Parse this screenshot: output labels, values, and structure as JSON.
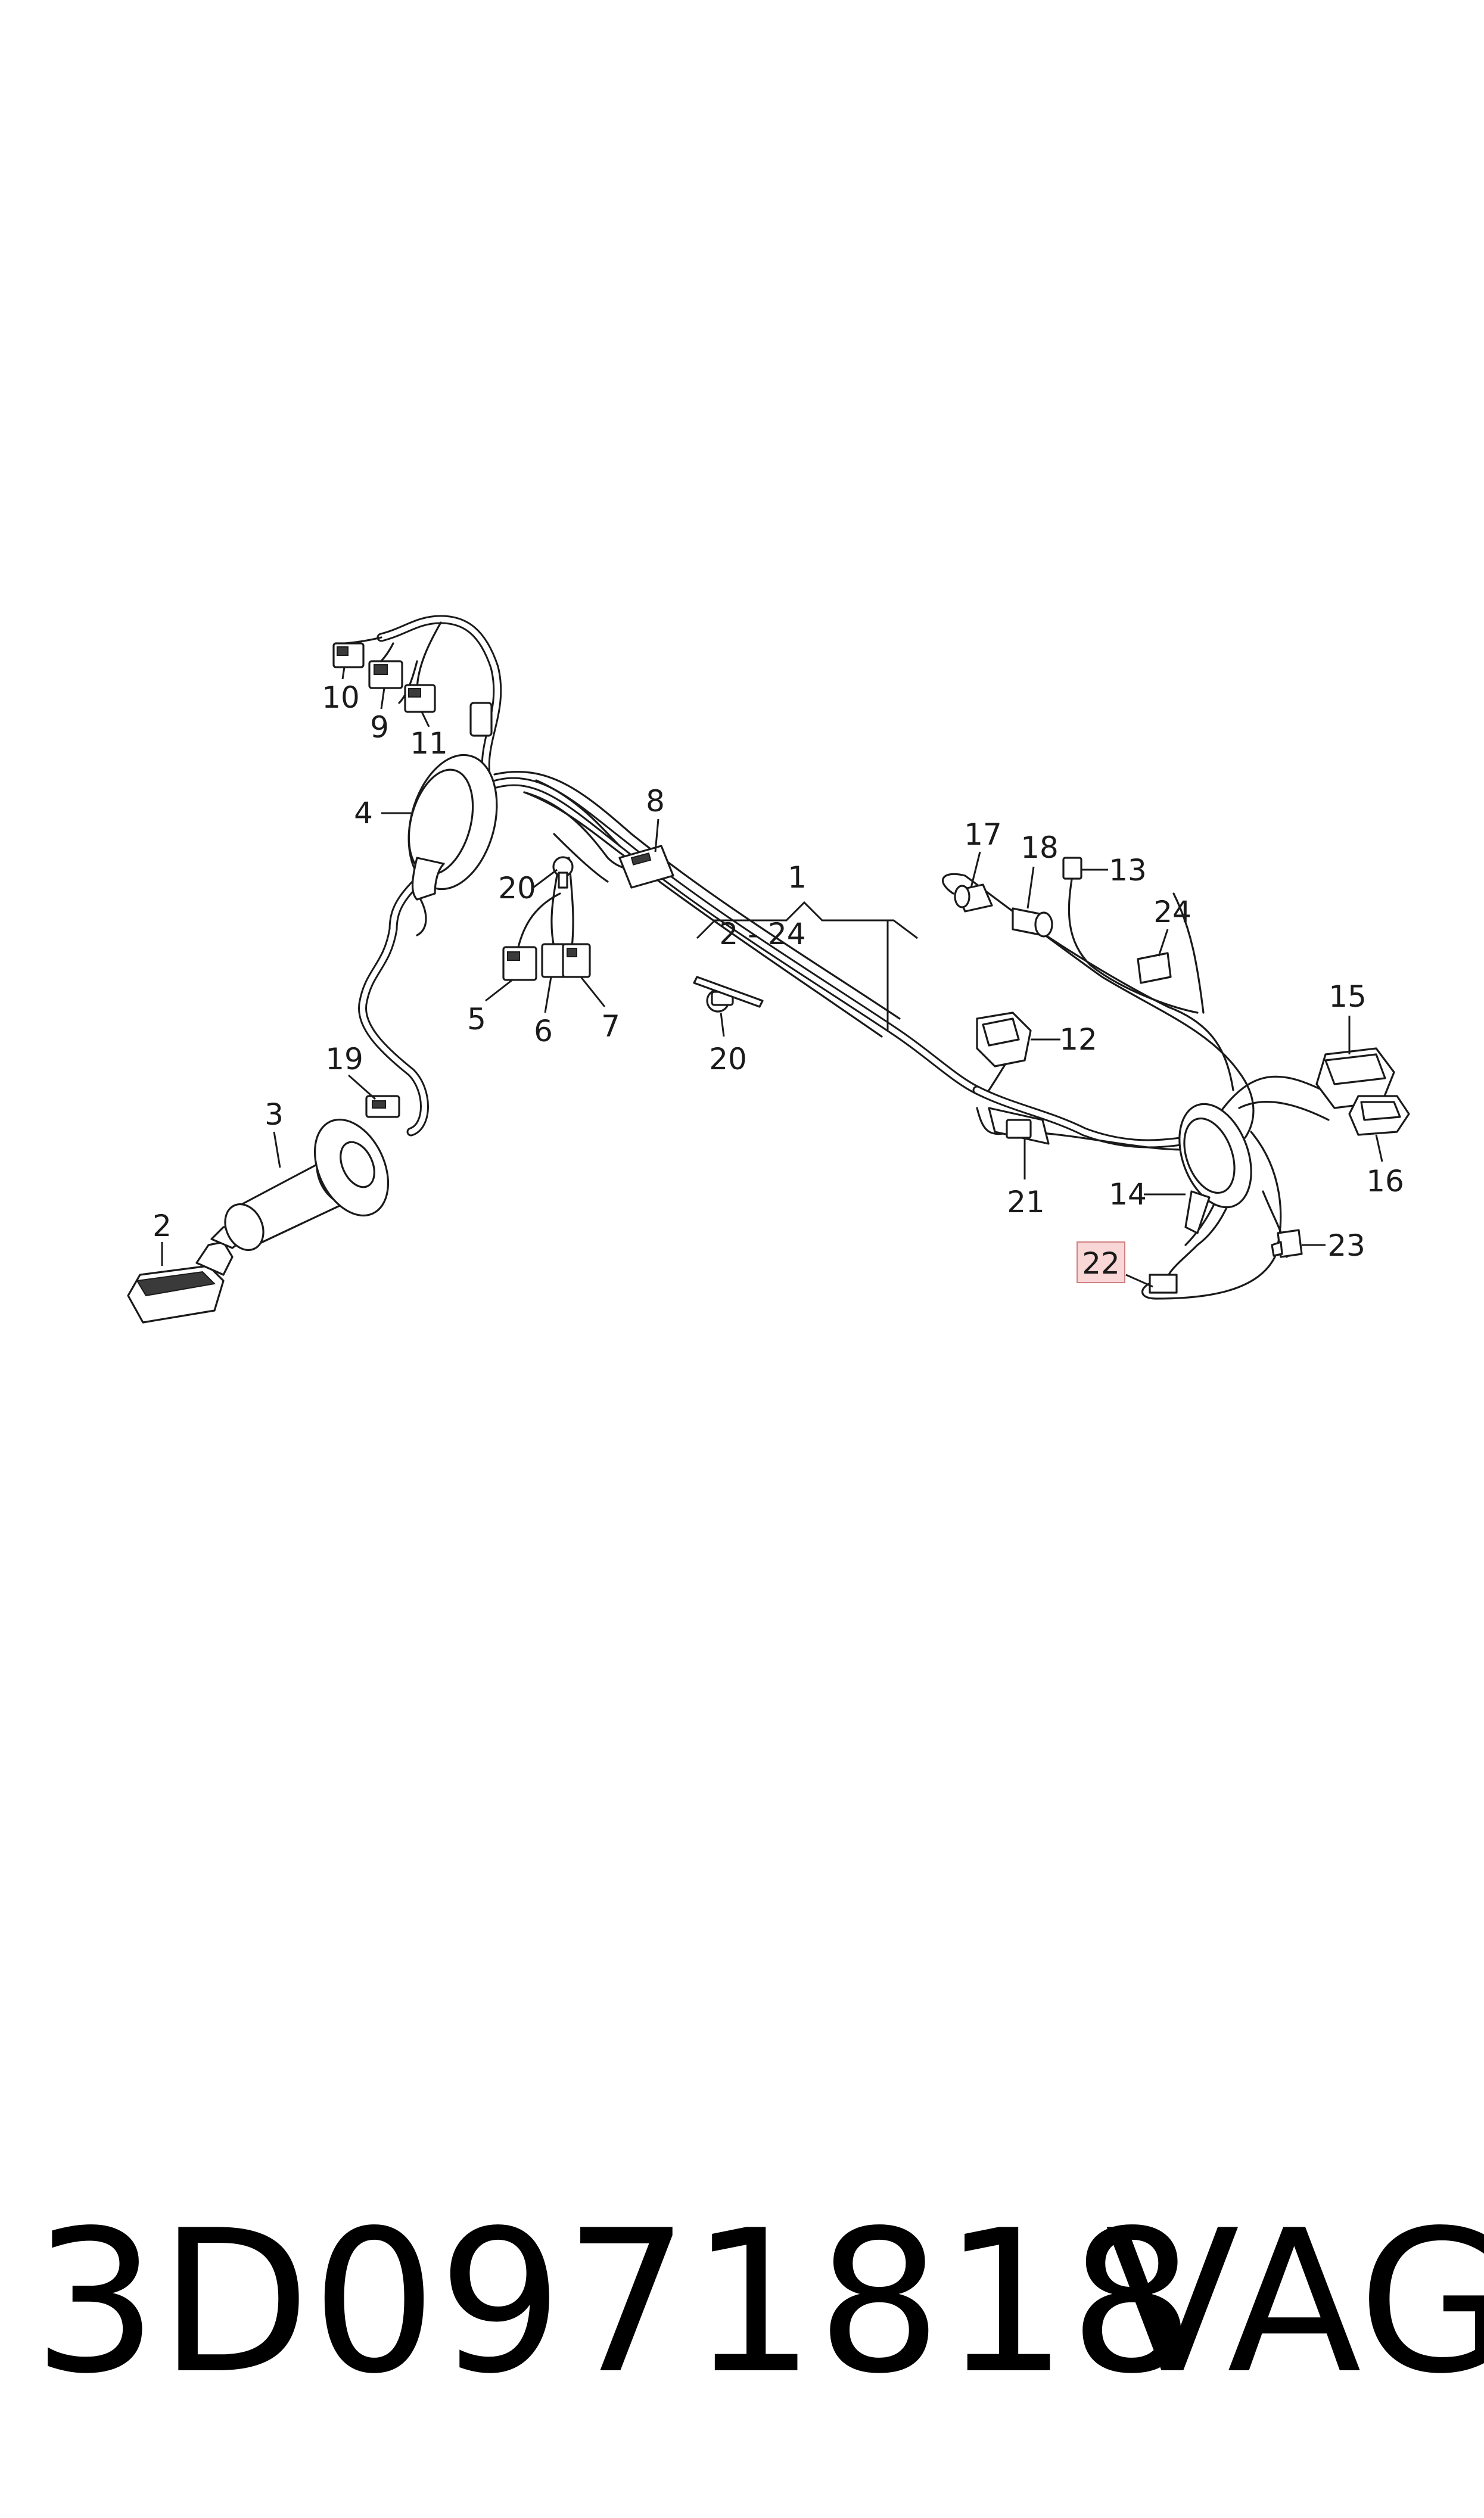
{
  "callouts": {
    "c1": "1",
    "c1_range": "2 - 24",
    "c2": "2",
    "c3": "3",
    "c4": "4",
    "c5": "5",
    "c6": "6",
    "c7": "7",
    "c8": "8",
    "c9": "9",
    "c10": "10",
    "c11": "11",
    "c12": "12",
    "c13": "13",
    "c14": "14",
    "c15": "15",
    "c16": "16",
    "c17": "17",
    "c18": "18",
    "c19": "19",
    "c20a": "20",
    "c20b": "20",
    "c21": "21",
    "c22": "22",
    "c23": "23",
    "c24": "24"
  },
  "highlight_color": "#f4a6a6",
  "footer": {
    "part_number": "3D0971818",
    "brand": "VAG"
  }
}
